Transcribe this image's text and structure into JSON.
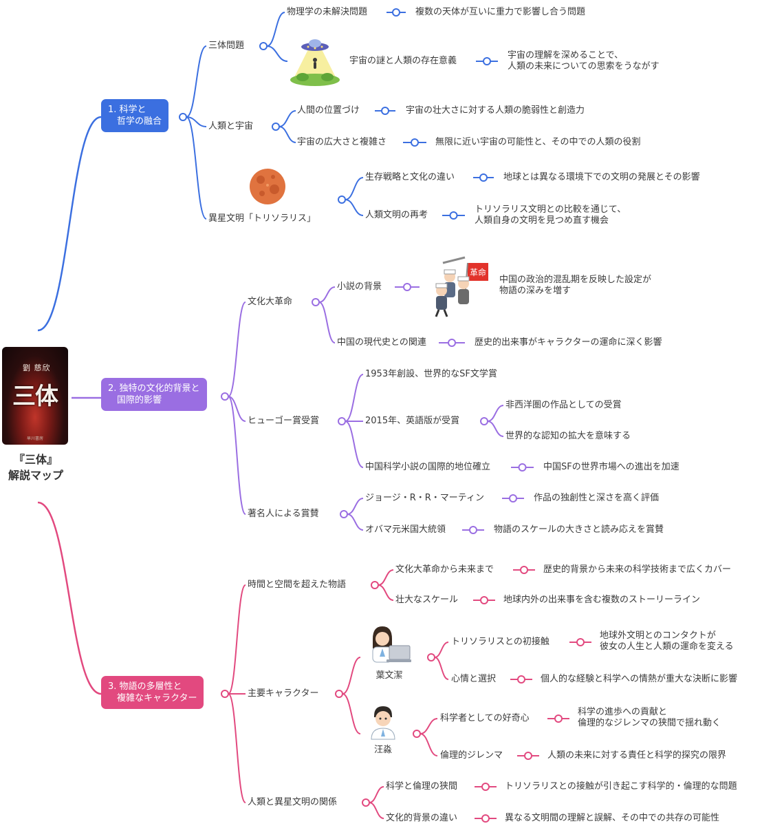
{
  "root": {
    "title": "『三体』\n解説マップ",
    "book": {
      "author": "劉 慈欣",
      "title": "三体",
      "publisher": "早川書房"
    }
  },
  "colors": {
    "branch1": "#3b6fe0",
    "branch2": "#9a6ee2",
    "branch3": "#e2497f"
  },
  "icons": [
    {
      "name": "ufo-abduction-icon"
    },
    {
      "name": "red-planet-icon"
    },
    {
      "name": "revolution-crowd-icon"
    },
    {
      "name": "female-scientist-icon"
    },
    {
      "name": "male-scientist-icon"
    }
  ],
  "branches": [
    {
      "label": "1. 科学と\n　哲学の融合",
      "topics": [
        {
          "label": "三体問題",
          "items": [
            {
              "label": "物理学の未解決問題",
              "detail": "複数の天体が互いに重力で影響し合う問題"
            },
            {
              "label": "宇宙の謎と人類の存在意義",
              "detail": "宇宙の理解を深めることで、\n人類の未来についての思索をうながす"
            }
          ]
        },
        {
          "label": "人類と宇宙",
          "items": [
            {
              "label": "人間の位置づけ",
              "detail": "宇宙の壮大さに対する人類の脆弱性と創造力"
            },
            {
              "label": "宇宙の広大さと複雑さ",
              "detail": "無限に近い宇宙の可能性と、その中での人類の役割"
            }
          ]
        },
        {
          "label": "異星文明「トリソラリス」",
          "items": [
            {
              "label": "生存戦略と文化の違い",
              "detail": "地球とは異なる環境下での文明の発展とその影響"
            },
            {
              "label": "人類文明の再考",
              "detail": "トリソラリス文明との比較を通じて、\n人類自身の文明を見つめ直す機会"
            }
          ]
        }
      ]
    },
    {
      "label": "2. 独特の文化的背景と\n　国際的影響",
      "topics": [
        {
          "label": "文化大革命",
          "items": [
            {
              "label": "小説の背景",
              "detail": "中国の政治的混乱期を反映した設定が\n物語の深みを増す"
            },
            {
              "label": "中国の現代史との関連",
              "detail": "歴史的出来事がキャラクターの運命に深く影響"
            }
          ]
        },
        {
          "label": "ヒューゴー賞受賞",
          "items": [
            {
              "label": "1953年創設、世界的なSF文学賞"
            },
            {
              "label": "2015年、英語版が受賞",
              "subs": [
                "非西洋圏の作品としての受賞",
                "世界的な認知の拡大を意味する"
              ]
            },
            {
              "label": "中国科学小説の国際的地位確立",
              "detail": "中国SFの世界市場への進出を加速"
            }
          ]
        },
        {
          "label": "著名人による賞賛",
          "items": [
            {
              "label": "ジョージ・R・R・マーティン",
              "detail": "作品の独創性と深さを高く評価"
            },
            {
              "label": "オバマ元米国大統領",
              "detail": "物語のスケールの大きさと読み応えを賞賛"
            }
          ]
        }
      ]
    },
    {
      "label": "3. 物語の多層性と\n　複雑なキャラクター",
      "topics": [
        {
          "label": "時間と空間を超えた物語",
          "items": [
            {
              "label": "文化大革命から未来まで",
              "detail": "歴史的背景から未来の科学技術まで広くカバー"
            },
            {
              "label": "壮大なスケール",
              "detail": "地球内外の出来事を含む複数のストーリーライン"
            }
          ]
        },
        {
          "label": "主要キャラクター",
          "characters": [
            {
              "name": "葉文潔",
              "items": [
                {
                  "label": "トリソラリスとの初接触",
                  "detail": "地球外文明とのコンタクトが\n彼女の人生と人類の運命を変える"
                },
                {
                  "label": "心情と選択",
                  "detail": "個人的な経験と科学への情熱が重大な決断に影響"
                }
              ]
            },
            {
              "name": "汪淼",
              "items": [
                {
                  "label": "科学者としての好奇心",
                  "detail": "科学の進歩への貢献と\n倫理的なジレンマの狭間で揺れ動く"
                },
                {
                  "label": "倫理的ジレンマ",
                  "detail": "人類の未来に対する責任と科学的探究の限界"
                }
              ]
            }
          ]
        },
        {
          "label": "人類と異星文明の関係",
          "items": [
            {
              "label": "科学と倫理の狭間",
              "detail": "トリソラリスとの接触が引き起こす科学的・倫理的な問題"
            },
            {
              "label": "文化的背景の違い",
              "detail": "異なる文明間の理解と誤解、その中での共存の可能性"
            }
          ]
        }
      ]
    }
  ]
}
